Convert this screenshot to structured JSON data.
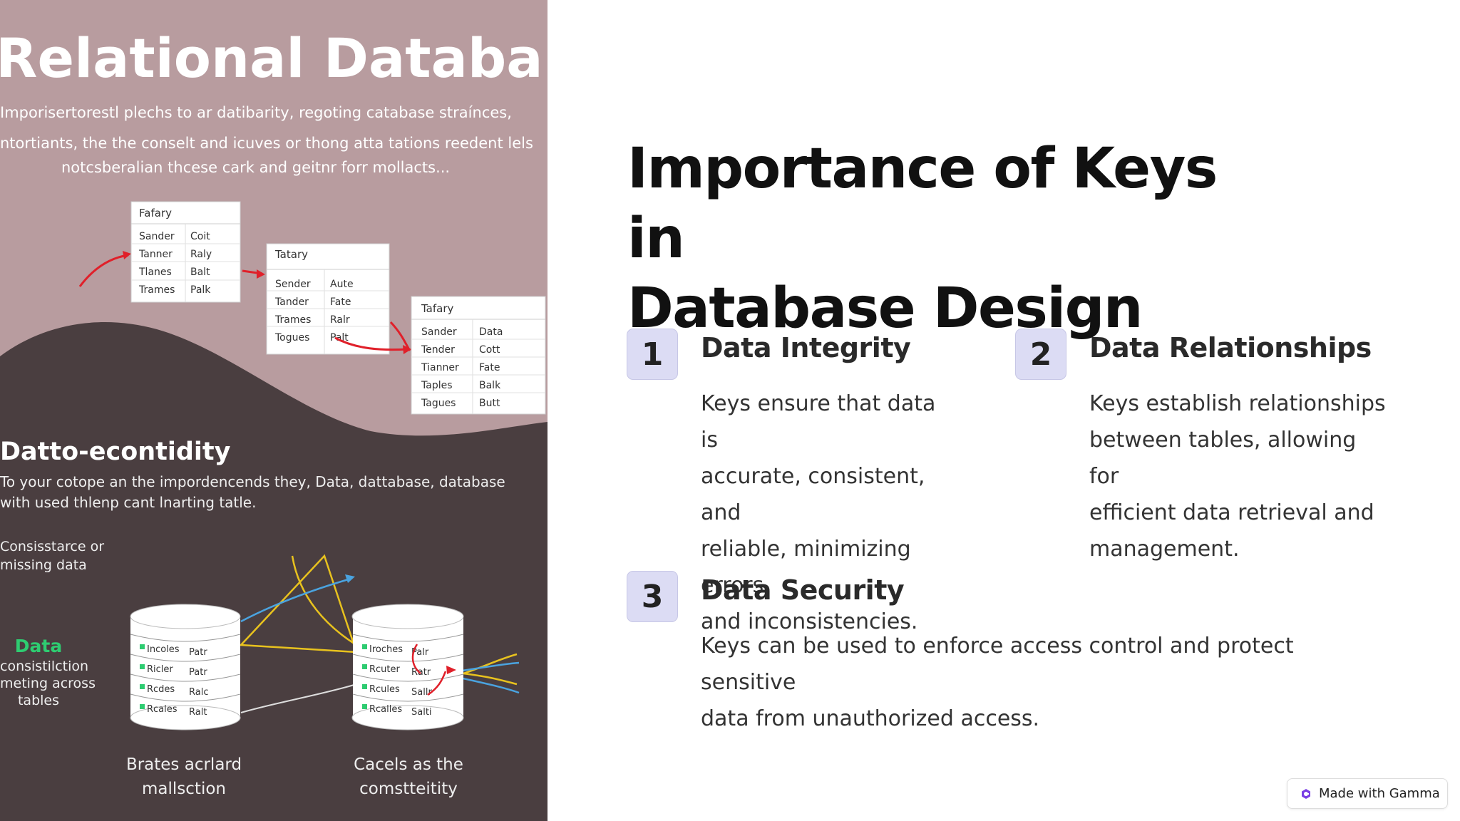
{
  "illustration": {
    "heading": "Relational Databaise",
    "intro_line1": "Imporisertorestl plechs to ar datibarity, regoting catabase straínces,",
    "intro_line2": "ntortiants, the the conselt and icuves or thong atta tations reedent lels",
    "intro_line3": "notcsberalian thcese cark and geitnr forr mollacts...",
    "table1": {
      "title": "Fafary",
      "rows": [
        [
          "Sander",
          "Coit"
        ],
        [
          "Tanner",
          "Raly"
        ],
        [
          "Tlanes",
          "Balt"
        ],
        [
          "Trames",
          "Palk"
        ]
      ]
    },
    "table2": {
      "title": "Tatary",
      "rows": [
        [
          "Sender",
          "Aute"
        ],
        [
          "Tander",
          "Fate"
        ],
        [
          "Trames",
          "Ralr"
        ],
        [
          "Togues",
          "Palt"
        ]
      ]
    },
    "table3": {
      "title": "Tafary",
      "rows": [
        [
          "Sander",
          "Data"
        ],
        [
          "Tender",
          "Cott"
        ],
        [
          "Tianner",
          "Fate"
        ],
        [
          "Taples",
          "Balk"
        ],
        [
          "Tagues",
          "Butt"
        ]
      ]
    },
    "subheading": "Datto-econtidity",
    "sub_line1": "To your cotope an the impordencends they, Data, dattabase, database",
    "sub_line2": "with used thlenp cant lnarting tatle.",
    "side_note_line1": "Consisstarce or",
    "side_note_line2": "missing data",
    "side_data_label": "Data",
    "side_data_line1": "consistilction",
    "side_data_line2": "meting across",
    "side_data_line3": "tables",
    "cylinder1_rows": [
      [
        "Incoles",
        "Patr"
      ],
      [
        "Ricler",
        "Patr"
      ],
      [
        "Rcdes",
        "Ralc"
      ],
      [
        "Rcales",
        "Ralt"
      ]
    ],
    "cylinder2_rows": [
      [
        "Iroches",
        "Palr"
      ],
      [
        "Rcuter",
        "Ratr"
      ],
      [
        "Rcules",
        "Sallr"
      ],
      [
        "Rcalles",
        "Salti"
      ]
    ],
    "caption1_line1": "Brates acrlard",
    "caption1_line2": "mallsction",
    "caption2_line1": "Cacels as the",
    "caption2_line2": "comstteitity"
  },
  "slide": {
    "title_line1": "Importance of Keys in",
    "title_line2": "Database Design",
    "items": [
      {
        "number": "1",
        "title": "Data Integrity",
        "lines": [
          "Keys ensure that data is",
          "accurate, consistent, and",
          "reliable, minimizing errors",
          "and inconsistencies."
        ]
      },
      {
        "number": "2",
        "title": "Data Relationships",
        "lines": [
          "Keys establish relationships",
          "between tables, allowing for",
          "efficient data retrieval and",
          "management."
        ]
      },
      {
        "number": "3",
        "title": "Data Security",
        "lines": [
          "Keys can be used to enforce access control and protect sensitive",
          "data from unauthorized access."
        ]
      }
    ]
  },
  "badge": {
    "label": "Made with Gamma",
    "icon": "gamma-logo-icon"
  },
  "colors": {
    "mauve_bg": "#b89c9f",
    "dark_bg": "#4a3e40",
    "accent_green": "#2ecc71",
    "number_box": "#dcdcf4",
    "arrow_red": "#e0202a",
    "arrow_blue": "#4aa3df",
    "arrow_yellow": "#e8c21e"
  }
}
